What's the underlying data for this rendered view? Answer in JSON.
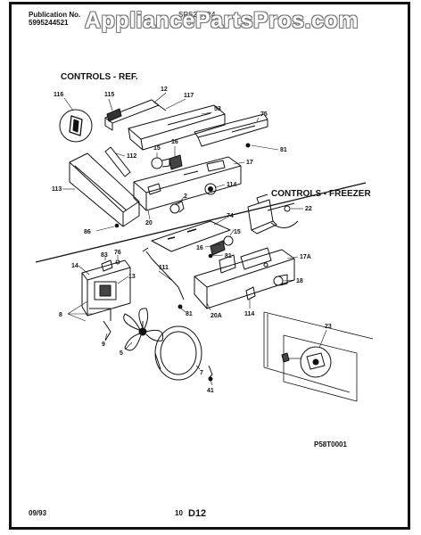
{
  "header": {
    "publication_label": "Publication No.",
    "publication_number": "5995244521",
    "model_fragment": "SRS20NR4"
  },
  "watermark": "AppliancePartsPros.com",
  "sections": {
    "refrigerator": "CONTROLS - REF.",
    "freezer": "CONTROLS - FREEZER"
  },
  "callouts": {
    "c116": "116",
    "c115": "115",
    "c12": "12",
    "c117": "117",
    "c53": "53",
    "c75": "75",
    "c15": "15",
    "c16": "16",
    "c81a": "81",
    "c112": "112",
    "c17": "17",
    "c113": "113",
    "c114a": "114",
    "c2": "2",
    "c20": "20",
    "c86": "86",
    "c22": "22",
    "c74": "74",
    "c15b": "15",
    "c16b": "16",
    "c81b": "81",
    "c14": "14",
    "c83": "83",
    "c76": "76",
    "c111": "111",
    "c17A": "17A",
    "c13": "13",
    "c18": "18",
    "c8": "8",
    "c81c": "81",
    "c20A": "20A",
    "c114b": "114",
    "c9": "9",
    "c5": "5",
    "c23": "23",
    "c7": "7",
    "c41": "41"
  },
  "footer": {
    "drawing_code": "P58T0001",
    "date": "09/93",
    "page_number": "10",
    "page_code": "D12"
  }
}
